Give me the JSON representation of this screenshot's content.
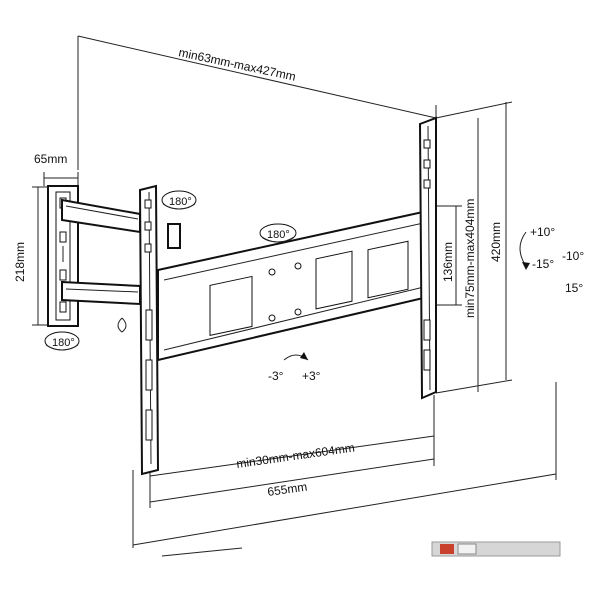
{
  "dimensions": {
    "depth_range": "min63mm-max427mm",
    "plate_depth": "65mm",
    "plate_height": "218mm",
    "vertical_spacing_range": "min75mm-max404mm",
    "bracket_height": "420mm",
    "inner_height": "136mm",
    "horizontal_spacing_range": "min30mm-max604mm",
    "arm_width": "655mm"
  },
  "rotations": {
    "upper_joint": "180°",
    "arm_middle": "180°",
    "lower_joint": "180°"
  },
  "tilt": {
    "up": "+10°",
    "down": "-15°",
    "alt_down": "-10°",
    "alt_up": "15°"
  },
  "level": {
    "minus": "-3°",
    "plus": "+3°"
  }
}
